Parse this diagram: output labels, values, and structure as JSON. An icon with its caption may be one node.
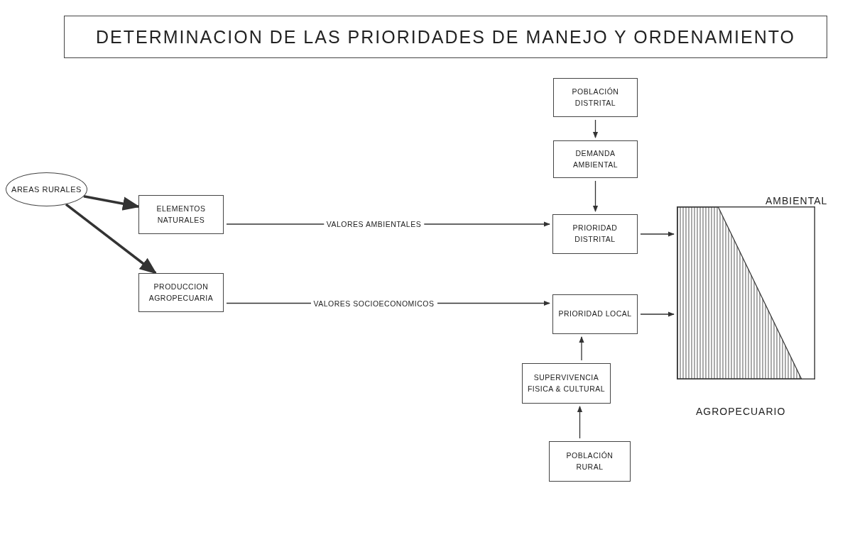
{
  "diagram": {
    "title": "DETERMINACION DE LAS PRIORIDADES DE MANEJO Y ORDENAMIENTO",
    "nodes": [
      {
        "text": [
          "AREAS RURALES"
        ]
      },
      {
        "text": [
          "ELEMENTOS NATURALES"
        ]
      },
      {
        "text": [
          "PRODUCCION AGROPECUARIA"
        ]
      },
      {
        "text": [
          "POBLACIÓN DISTRITAL"
        ]
      },
      {
        "text": [
          "DEMANDA AMBIENTAL"
        ]
      },
      {
        "text": [
          "PRIORIDAD DISTRITAL"
        ]
      },
      {
        "text": [
          "PRIORIDAD LOCAL"
        ]
      },
      {
        "text": [
          "SUPERVIVENCIA FISICA & CULTURAL"
        ]
      },
      {
        "text": [
          "POBLACIÓN RURAL"
        ]
      },
      {
        "text": [],
        "shape": "picture",
        "beside": [
          "AMBIENTAL",
          "AGROPECUARIO"
        ]
      }
    ],
    "edges": [
      {
        "from": 0,
        "to": 1,
        "arrow": "to",
        "style": "thick"
      },
      {
        "from": 0,
        "to": 2,
        "arrow": "to",
        "style": "thick"
      },
      {
        "from": 1,
        "to": 5,
        "arrow": "to",
        "label": "VALORES AMBIENTALES"
      },
      {
        "from": 2,
        "to": 6,
        "arrow": "to",
        "label": "VALORES SOCIOECONOMICOS"
      },
      {
        "from": 3,
        "to": 4,
        "arrow": "to"
      },
      {
        "from": 4,
        "to": 5,
        "arrow": "to"
      },
      {
        "from": 5,
        "to": 9,
        "arrow": "to"
      },
      {
        "from": 6,
        "to": 9,
        "arrow": "to"
      },
      {
        "from": 7,
        "to": 6,
        "arrow": "to"
      },
      {
        "from": 8,
        "to": 7,
        "arrow": "to"
      }
    ]
  }
}
